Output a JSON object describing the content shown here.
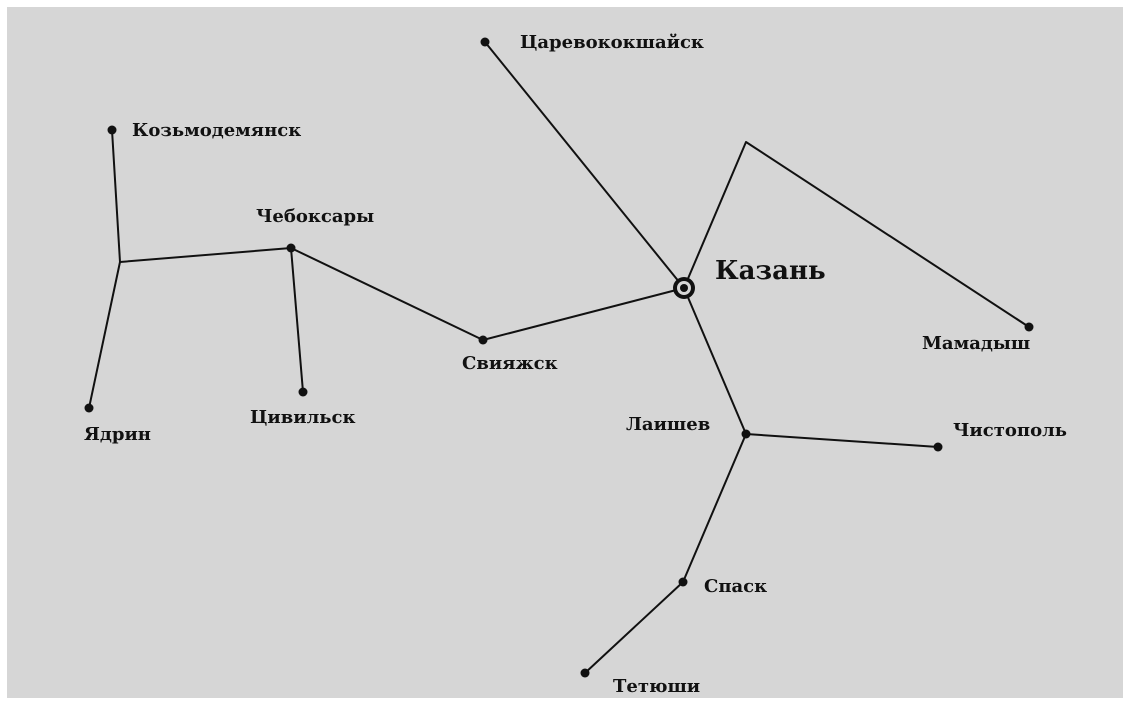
{
  "diagram": {
    "capital": "Казань",
    "cities": {
      "tsarevokokshaysk": "Царевококшайск",
      "kozmodemyansk": "Козьмодемянск",
      "cheboksary": "Чебоксары",
      "yadrin": "Ядрин",
      "tsivilsk": "Цивильск",
      "sviyazhsk": "Свияжск",
      "mamadysh": "Мамадыш",
      "laishev": "Лаишев",
      "chistopol": "Чистополь",
      "spassk": "Спаск",
      "tetyushi": "Тетюши"
    },
    "colors": {
      "background": "#d6d6d6",
      "ink": "#111111"
    }
  }
}
